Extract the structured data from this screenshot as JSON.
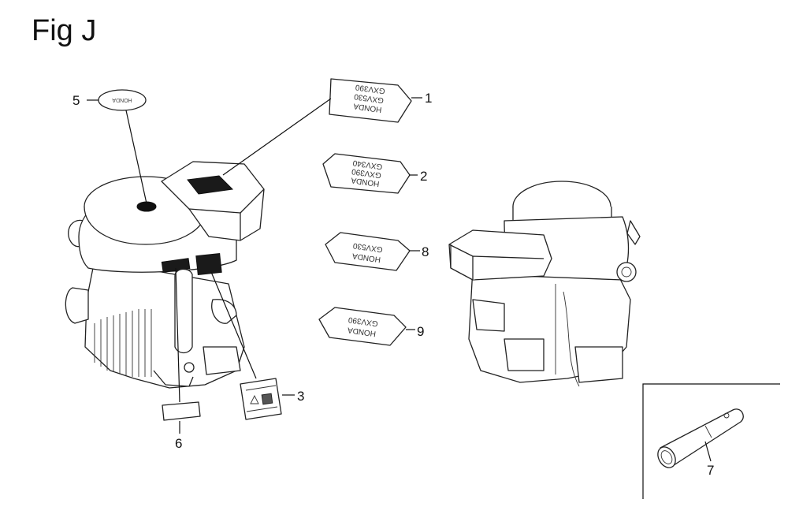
{
  "figure": {
    "title": "Fig J"
  },
  "callouts": {
    "c1": "1",
    "c2": "2",
    "c3": "3",
    "c5": "5",
    "c6": "6",
    "c7": "7",
    "c8": "8",
    "c9": "9"
  },
  "decals": {
    "d1": [
      "HONDA",
      "GXV530",
      "GXV390"
    ],
    "d2": [
      "HONDA",
      "GXV390",
      "GXV340"
    ],
    "d8": [
      "HONDA",
      "GXV530"
    ],
    "d9": [
      "HONDA",
      "GXV390"
    ],
    "d5": "HONDA"
  },
  "colors": {
    "ink": "#111111",
    "fill": "#ffffff",
    "dark_label": "#1a1a1a"
  }
}
